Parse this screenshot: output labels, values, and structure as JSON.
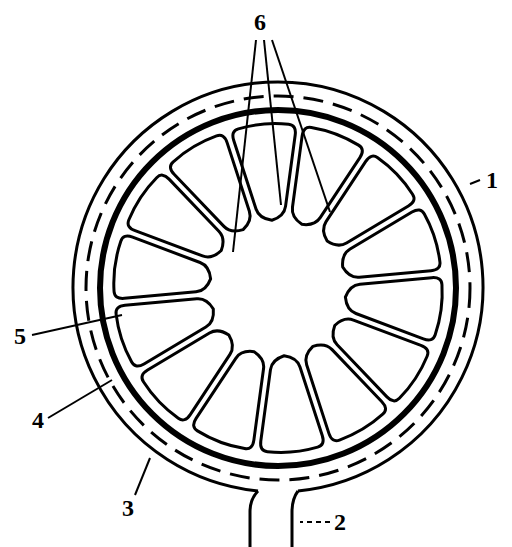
{
  "diagram": {
    "labels": [
      "6",
      "1",
      "5",
      "4",
      "3",
      "2"
    ]
  }
}
